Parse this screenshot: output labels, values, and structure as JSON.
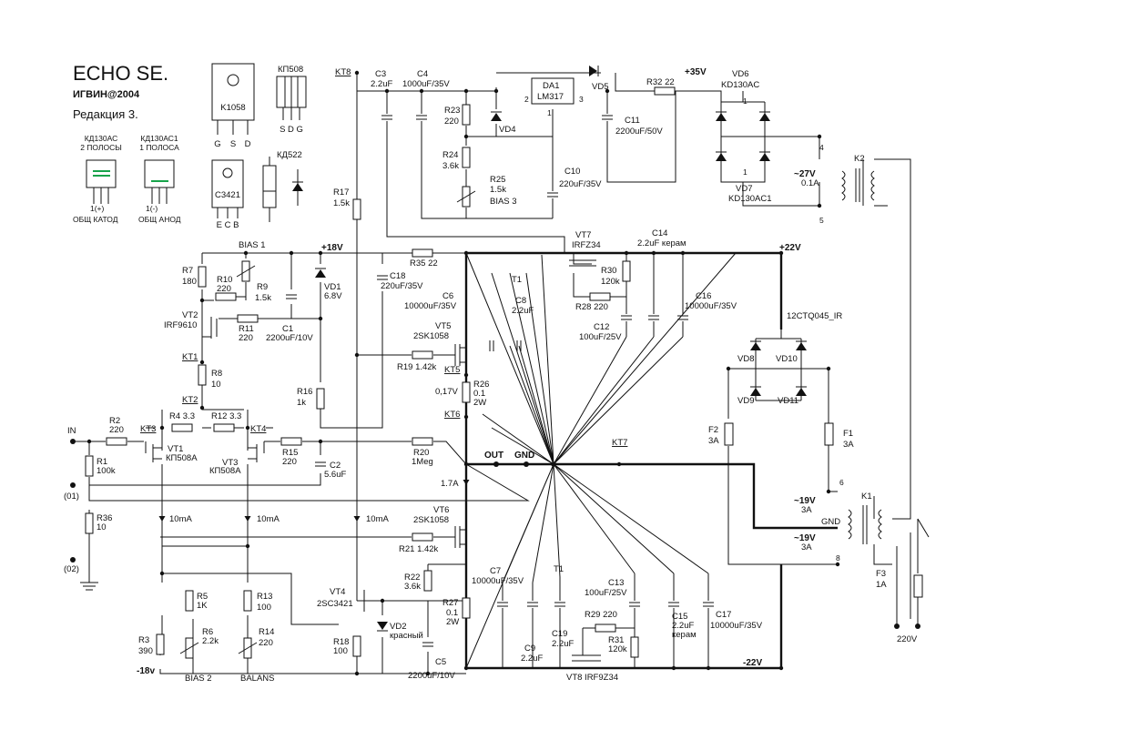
{
  "title": {
    "name": "ECHO SE.",
    "author": "ИГВИН@2004",
    "revision": "Редакция 3."
  },
  "legend": {
    "k1058": {
      "name": "K1058",
      "pins": [
        "G",
        "S",
        "D"
      ]
    },
    "kp508": {
      "name": "КП508",
      "pins": "S D G"
    },
    "c3421": {
      "name": "C3421",
      "pins": "E C B"
    },
    "kd522": "КД522",
    "kd130ac": {
      "name": "КД130АС",
      "desc": "2 ПОЛОСЫ",
      "pin": "1(+)",
      "note": "ОБЩ КАТОД"
    },
    "kd130ac1": {
      "name": "КД130АС1",
      "desc": "1 ПОЛОСА",
      "pin": "1(-)",
      "note": "ОБЩ АНОД"
    }
  },
  "rails": {
    "p18": "+18V",
    "p22": "+22V",
    "m22": "-22V",
    "m18": "-18v",
    "p35": "+35V"
  },
  "testpoints": [
    "KT1",
    "KT2",
    "KT3",
    "KT4",
    "KT5",
    "KT6",
    "KT7",
    "KT8"
  ],
  "nodes": {
    "in": "IN",
    "out": "OUT",
    "gnd": "GND",
    "n01": "(01)",
    "n02": "(02)",
    "gnd2": "GND",
    "v220": "220V"
  },
  "currents": {
    "i1": "10mA",
    "i2": "10mA",
    "i3": "10mA",
    "i4": "1.7A",
    "v017": "0,17V"
  },
  "labels": {
    "bias1": "BIAS 1",
    "bias2": "BIAS 2",
    "bias3": "BIAS 3",
    "balans": "BALANS",
    "t1a": "T1",
    "t1b": "T1",
    "n1a": "1",
    "n1b": "1",
    "n4": "4",
    "n5": "5",
    "n6": "6",
    "n8": "8"
  },
  "resistors": {
    "R1": [
      "R1",
      "100k"
    ],
    "R2": [
      "R2",
      "220"
    ],
    "R3": [
      "R3",
      "390"
    ],
    "R4": [
      "R4 3.3"
    ],
    "R5": [
      "R5",
      "1K"
    ],
    "R6": [
      "R6",
      "2.2k"
    ],
    "R7": [
      "R7",
      "180"
    ],
    "R8": [
      "R8",
      "10"
    ],
    "R9": [
      "R9",
      "1.5k"
    ],
    "R10": [
      "R10",
      "220"
    ],
    "R11": [
      "R11",
      "220"
    ],
    "R12": [
      "R12 3.3"
    ],
    "R13": [
      "R13",
      "100"
    ],
    "R14": [
      "R14",
      "220"
    ],
    "R15": [
      "R15",
      "220"
    ],
    "R16": [
      "R16",
      "1k"
    ],
    "R17": [
      "R17",
      "1.5k"
    ],
    "R18": [
      "R18",
      "100"
    ],
    "R19": [
      "R19 1.42k"
    ],
    "R20": [
      "R20",
      "1Meg"
    ],
    "R21": [
      "R21 1.42k"
    ],
    "R22": [
      "R22",
      "3.6k"
    ],
    "R23": [
      "R23",
      "220"
    ],
    "R24": [
      "R24",
      "3.6k"
    ],
    "R25": [
      "R25",
      "1.5k"
    ],
    "R26": [
      "R26",
      "0.1",
      "2W"
    ],
    "R27": [
      "R27",
      "0.1",
      "2W"
    ],
    "R28": [
      "R28 220"
    ],
    "R29": [
      "R29 220"
    ],
    "R30": [
      "R30",
      "120k"
    ],
    "R31": [
      "R31",
      "120k"
    ],
    "R32": [
      "R32 22"
    ],
    "R35": [
      "R35 22"
    ],
    "R36": [
      "R36",
      "10"
    ]
  },
  "capacitors": {
    "C1": [
      "C1",
      "2200uF/10V"
    ],
    "C2": [
      "C2",
      "5.6uF"
    ],
    "C3": [
      "C3",
      "2.2uF"
    ],
    "C4": [
      "C4",
      "1000uF/35V"
    ],
    "C5": [
      "C5",
      "2200uF/10V"
    ],
    "C6": [
      "C6",
      "10000uF/35V"
    ],
    "C7": [
      "C7",
      "10000uF/35V"
    ],
    "C8": [
      "C8",
      "2.2uF"
    ],
    "C9": [
      "C9",
      "2.2uF"
    ],
    "C10": [
      "C10",
      "220uF/35V"
    ],
    "C11": [
      "C11",
      "2200uF/50V"
    ],
    "C12": [
      "C12",
      "100uF/25V"
    ],
    "C13": [
      "C13",
      "100uF/25V"
    ],
    "C14": [
      "C14",
      "2.2uF керам"
    ],
    "C15": [
      "C15",
      "2.2uF",
      "керам"
    ],
    "C16": [
      "C16",
      "10000uF/35V"
    ],
    "C17": [
      "C17",
      "10000uF/35V"
    ],
    "C18": [
      "C18",
      "220uF/35V"
    ],
    "C19": [
      "C19",
      "2.2uF"
    ]
  },
  "semis": {
    "VT1": [
      "VT1",
      "КП508А"
    ],
    "VT2": [
      "VT2",
      "IRF9610"
    ],
    "VT3": [
      "VT3",
      "КП508А"
    ],
    "VT4": [
      "VT4",
      "2SC3421"
    ],
    "VT5": [
      "VT5",
      "2SK1058"
    ],
    "VT6": [
      "VT6",
      "2SK1058"
    ],
    "VT7": [
      "VT7",
      "IRFZ34"
    ],
    "VT8": [
      "VT8 IRF9Z34"
    ],
    "VD1": [
      "VD1",
      "6.8V"
    ],
    "VD2": [
      "VD2",
      "красный"
    ],
    "VD4": "VD4",
    "VD5": "VD5",
    "VD6": [
      "VD6",
      "KD130AC"
    ],
    "VD7": [
      "VD7",
      "KD130AC1"
    ],
    "VD8": "VD8",
    "VD9": "VD9",
    "VD10": "VD10",
    "VD11": "VD11",
    "bridge": "12CTQ045_IR",
    "DA1": [
      "DA1",
      "LM317"
    ],
    "pins": [
      "2",
      "3",
      "1"
    ]
  },
  "transformers": {
    "K1": "K1",
    "K2": "K2",
    "k2sec": [
      "~27V",
      "0.1A"
    ],
    "k1a": [
      "~19V",
      "3A"
    ],
    "k1b": [
      "~19V",
      "3A"
    ],
    "F1": [
      "F1",
      "3A"
    ],
    "F2": [
      "F2",
      "3A"
    ],
    "F3": [
      "F3",
      "1A"
    ]
  }
}
